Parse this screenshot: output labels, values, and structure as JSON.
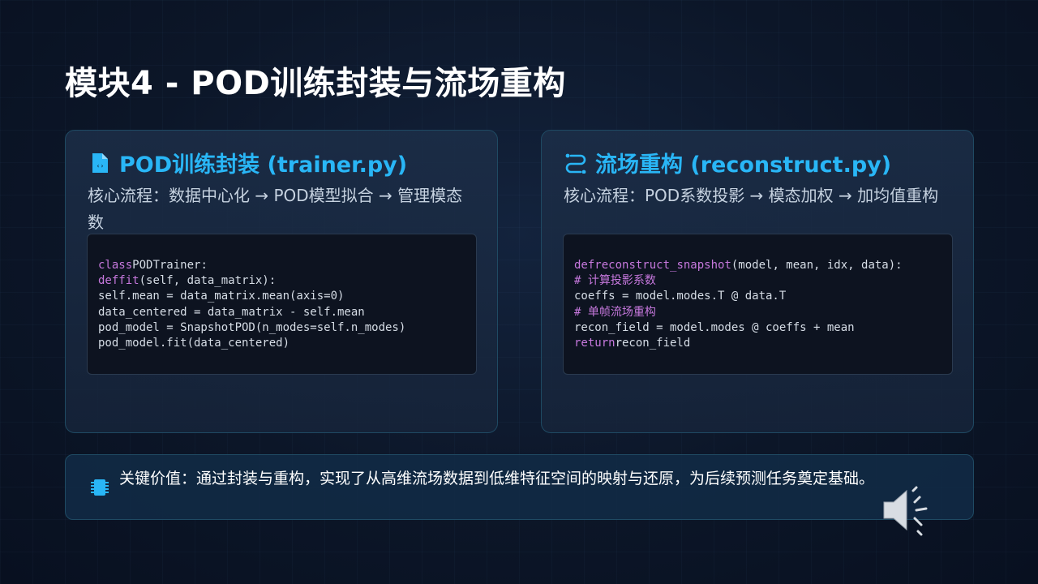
{
  "slide": {
    "title": "模块4 - POD训练封装与流场重构"
  },
  "cards": [
    {
      "icon": "code-file-icon",
      "title": "POD训练封装 (trainer.py)",
      "flow": "核心流程：数据中心化 → POD模型拟合 → 管理模态数",
      "code": [
        {
          "kw": "class",
          "rest": "PODTrainer:"
        },
        {
          "kw": "def",
          "fn": "fit",
          "rest": "(self, data_matrix):"
        },
        {
          "rest": "self.mean = data_matrix.mean(axis=0)"
        },
        {
          "rest": "data_centered = data_matrix - self.mean"
        },
        {
          "rest": "pod_model = SnapshotPOD(n_modes=self.n_modes)"
        },
        {
          "rest": "pod_model.fit(data_centered)"
        }
      ]
    },
    {
      "icon": "route-icon",
      "title": "流场重构 (reconstruct.py)",
      "flow": "核心流程：POD系数投影 → 模态加权 → 加均值重构",
      "code": [
        {
          "kw": "def",
          "fn": "reconstruct_snapshot",
          "rest": "(model, mean, idx, data):"
        },
        {
          "comment": "# 计算投影系数"
        },
        {
          "rest": "coeffs = model.modes.T @ data.T"
        },
        {
          "comment": "# 单帧流场重构"
        },
        {
          "rest": "recon_field = model.modes @ coeffs + mean"
        },
        {
          "kw": "return",
          "rest": "recon_field"
        }
      ]
    }
  ],
  "value_bar": {
    "icon": "chip-icon",
    "text": "关键价值：通过封装与重构，实现了从高维流场数据到低维特征空间的映射与还原，为后续预测任务奠定基础。"
  },
  "speaker": {
    "icon": "speaker-icon"
  }
}
